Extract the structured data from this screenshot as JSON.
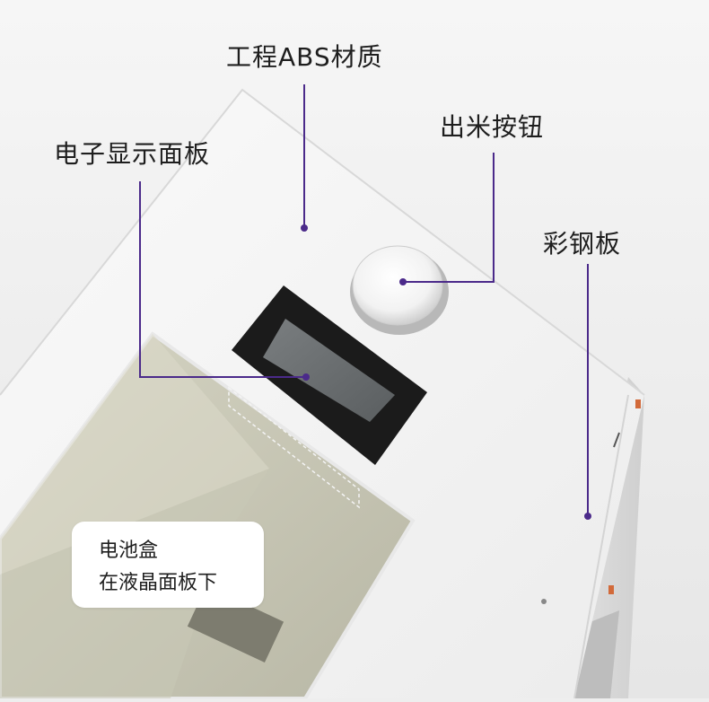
{
  "labels": {
    "material": "工程ABS材质",
    "button": "出米按钮",
    "display": "电子显示面板",
    "steel": "彩钢板"
  },
  "callout": {
    "line1": "电池盒",
    "line2": "在液晶面板下"
  },
  "colors": {
    "background": "#eeeeee",
    "leader": "#4b2a8a",
    "body": "#f3f3f3",
    "inner": "#c8c6b4",
    "screen": "#1a1a1a",
    "lcd": "#6b6f70"
  }
}
